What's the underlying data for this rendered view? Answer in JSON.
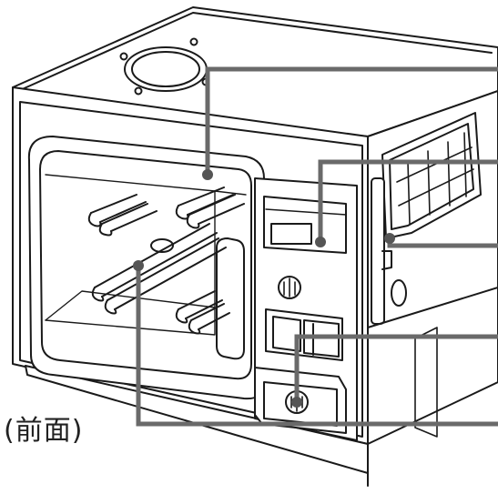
{
  "view_label": "(前面)",
  "colors": {
    "outline": "#1a1a1a",
    "leader_line": "#6a6a6a",
    "callout_dot": "#555555",
    "background": "#ffffff"
  },
  "callouts": [
    {
      "name": "top-panel-callout"
    },
    {
      "name": "control-display-callout"
    },
    {
      "name": "side-vent-callout"
    },
    {
      "name": "bottom-knob-callout"
    },
    {
      "name": "heater-tube-callout"
    }
  ]
}
